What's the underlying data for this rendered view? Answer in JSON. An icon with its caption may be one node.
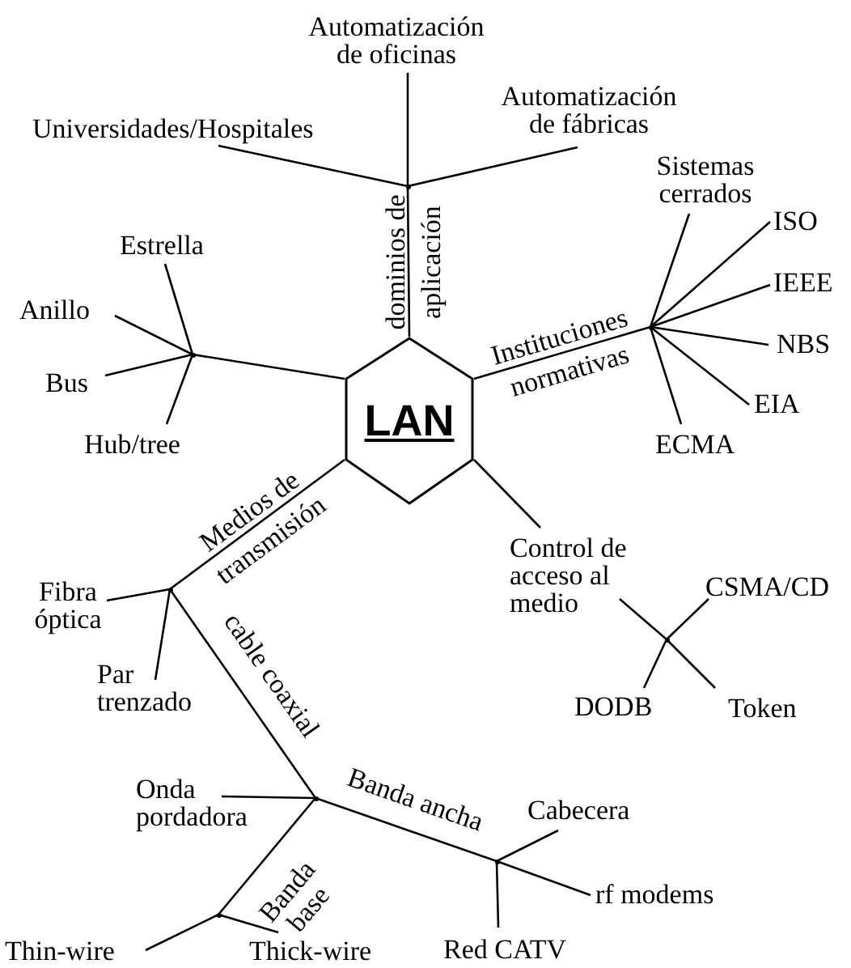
{
  "diagram": {
    "nodes": [
      {
        "text": [
          "LAN"
        ]
      },
      {
        "text": [],
        "shape": "dot"
      },
      {
        "text": [
          "Automatización de oficinas"
        ]
      },
      {
        "text": [
          "Universidades/Hospitales"
        ]
      },
      {
        "text": [
          "Automatización de fábricas"
        ]
      },
      {
        "text": [],
        "shape": "dot"
      },
      {
        "text": [
          "Sistemas cerrados"
        ]
      },
      {
        "text": [
          "ISO"
        ]
      },
      {
        "text": [
          "IEEE"
        ]
      },
      {
        "text": [
          "NBS"
        ]
      },
      {
        "text": [
          "EIA"
        ]
      },
      {
        "text": [
          "ECMA"
        ]
      },
      {
        "text": [],
        "shape": "dot"
      },
      {
        "text": [
          "Estrella"
        ]
      },
      {
        "text": [
          "Anillo"
        ]
      },
      {
        "text": [
          "Bus"
        ]
      },
      {
        "text": [
          "Hub/tree"
        ]
      },
      {
        "text": [],
        "shape": "dot"
      },
      {
        "text": [
          "Fibra óptica"
        ]
      },
      {
        "text": [
          "Par trenzado"
        ]
      },
      {
        "text": [],
        "shape": "dot"
      },
      {
        "text": [
          "Onda pordadora"
        ]
      },
      {
        "text": [],
        "shape": "dot"
      },
      {
        "text": [
          "Cabecera"
        ]
      },
      {
        "text": [
          "rf modems"
        ]
      },
      {
        "text": [
          "Red CATV"
        ]
      },
      {
        "text": [],
        "shape": "dot"
      },
      {
        "text": [
          "Thin-wire"
        ]
      },
      {
        "text": [
          "Thick-wire"
        ]
      },
      {
        "text": [
          "Control de acceso al medio"
        ]
      },
      {
        "text": [],
        "shape": "dot"
      },
      {
        "text": [
          "CSMA/CD"
        ]
      },
      {
        "text": [
          "DODB"
        ]
      },
      {
        "text": [
          "Token"
        ]
      }
    ],
    "edges": [
      {
        "from": 0,
        "to": 1,
        "arrow": "none",
        "label": "dominios de aplicación"
      },
      {
        "from": 1,
        "to": 2,
        "arrow": "none"
      },
      {
        "from": 1,
        "to": 3,
        "arrow": "none"
      },
      {
        "from": 1,
        "to": 4,
        "arrow": "none"
      },
      {
        "from": 0,
        "to": 5,
        "arrow": "none",
        "label": "Instituciones normativas"
      },
      {
        "from": 5,
        "to": 6,
        "arrow": "none"
      },
      {
        "from": 5,
        "to": 7,
        "arrow": "none"
      },
      {
        "from": 5,
        "to": 8,
        "arrow": "none"
      },
      {
        "from": 5,
        "to": 9,
        "arrow": "none"
      },
      {
        "from": 5,
        "to": 10,
        "arrow": "none"
      },
      {
        "from": 5,
        "to": 11,
        "arrow": "none"
      },
      {
        "from": 0,
        "to": 12,
        "arrow": "none"
      },
      {
        "from": 12,
        "to": 13,
        "arrow": "none"
      },
      {
        "from": 12,
        "to": 14,
        "arrow": "none"
      },
      {
        "from": 12,
        "to": 15,
        "arrow": "none"
      },
      {
        "from": 12,
        "to": 16,
        "arrow": "none"
      },
      {
        "from": 0,
        "to": 17,
        "arrow": "none",
        "label": "Medios de transmisión"
      },
      {
        "from": 17,
        "to": 18,
        "arrow": "none"
      },
      {
        "from": 17,
        "to": 19,
        "arrow": "none"
      },
      {
        "from": 17,
        "to": 20,
        "arrow": "none",
        "label": "cable coaxial"
      },
      {
        "from": 20,
        "to": 21,
        "arrow": "none"
      },
      {
        "from": 20,
        "to": 22,
        "arrow": "none",
        "label": "Banda ancha"
      },
      {
        "from": 22,
        "to": 23,
        "arrow": "none"
      },
      {
        "from": 22,
        "to": 24,
        "arrow": "none"
      },
      {
        "from": 22,
        "to": 25,
        "arrow": "none"
      },
      {
        "from": 20,
        "to": 26,
        "arrow": "none",
        "label": "Banda base"
      },
      {
        "from": 26,
        "to": 27,
        "arrow": "none"
      },
      {
        "from": 26,
        "to": 28,
        "arrow": "none"
      },
      {
        "from": 0,
        "to": 29,
        "arrow": "none"
      },
      {
        "from": 29,
        "to": 30,
        "arrow": "none"
      },
      {
        "from": 30,
        "to": 31,
        "arrow": "none"
      },
      {
        "from": 30,
        "to": 32,
        "arrow": "none"
      },
      {
        "from": 30,
        "to": 33,
        "arrow": "none"
      }
    ]
  }
}
